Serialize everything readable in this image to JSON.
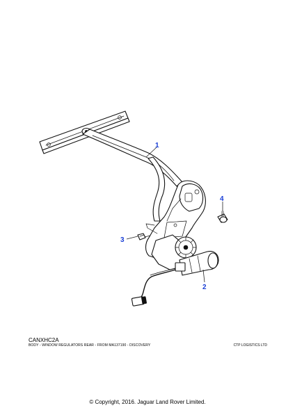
{
  "diagram": {
    "callouts": [
      "1",
      "2",
      "3",
      "4"
    ],
    "colors": {
      "callout": "#1a3fd6",
      "line": "#111111",
      "background": "#ffffff"
    }
  },
  "footer": {
    "code": "CANXHC2A",
    "description": "BODY - WINDOW REGULATORS REAR - FROM MA137190 - DISCOVERY",
    "publisher": "CTP LOGISTICS LTD",
    "copyright": "© Copyright, 2016. Jaguar Land Rover Limited."
  }
}
